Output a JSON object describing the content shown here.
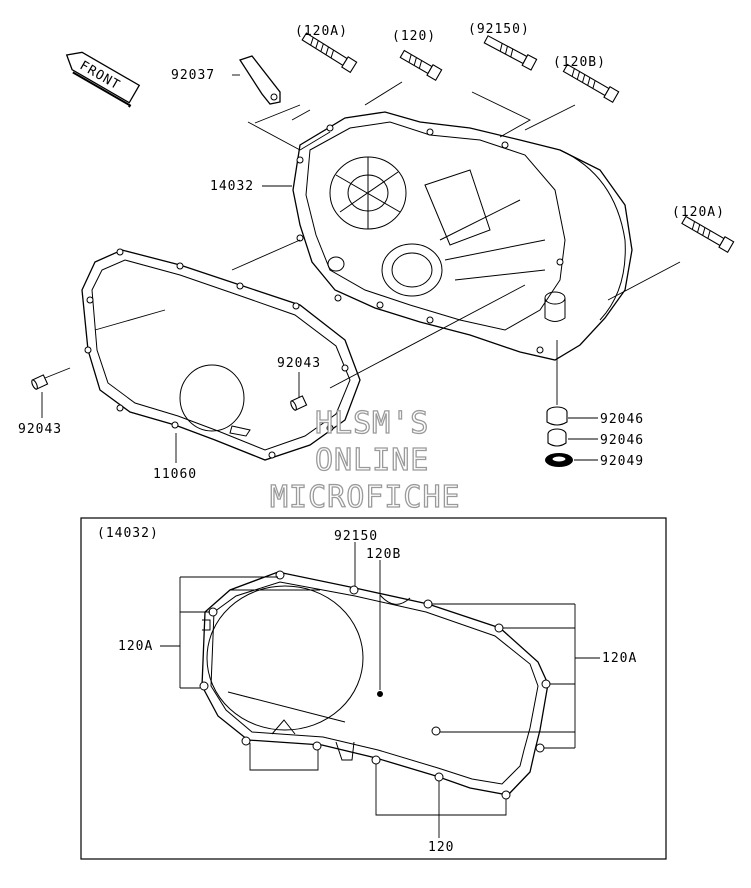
{
  "direction_badge": "FRONT",
  "labels": {
    "bolt_120A_top": "(120A)",
    "bolt_120_top": "(120)",
    "bolt_92150_top": "(92150)",
    "bolt_120B_right": "(120B)",
    "bolt_120A_right": "(120A)",
    "bracket_92037": "92037",
    "cover_14032": "14032",
    "pin_92043_left": "92043",
    "pin_92043_center": "92043",
    "gasket_11060": "11060",
    "collar_92046_a": "92046",
    "collar_92046_b": "92046",
    "bearing_92049": "92049"
  },
  "watermark": {
    "line1": "HLSM'S",
    "line2": "ONLINE",
    "line3": "MICROFICHE"
  },
  "inset": {
    "title": "(14032)",
    "label_92150": "92150",
    "label_120B": "120B",
    "label_120A_left": "120A",
    "label_120A_right": "120A",
    "label_120_bottom": "120"
  }
}
